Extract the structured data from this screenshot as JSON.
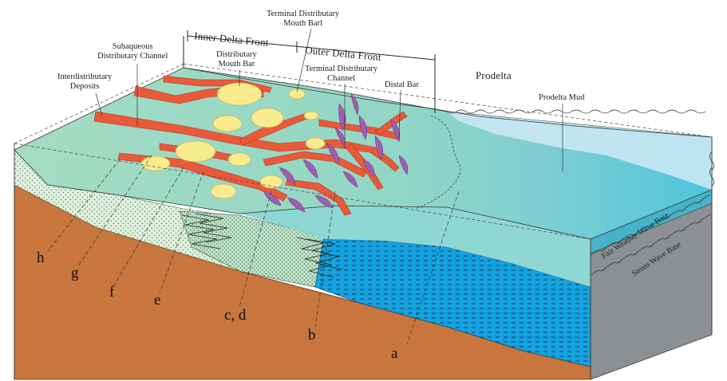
{
  "zones": {
    "inner": "Inner Delta Front",
    "outer": "Outer Delta Front",
    "prodelta": "Prodelta"
  },
  "labels": {
    "terminal_mouth_bar": "Terminal Distributary\nMouth Barl",
    "subaqueous_channel": "Subaqueous\nDistributary Channel",
    "interdistributary": "Interdistributary\nDeposits",
    "distributary_mouth_bar": "Distributary\nMouth Bar",
    "terminal_channel": "Terminal Distributary\nChannel",
    "distal_bar": "Distal Bar",
    "prodelta_mud": "Prodelta Mud",
    "fair_weather": "Fair Weather Wave Base",
    "storm": "Strom Wave Base"
  },
  "letters": {
    "h": "h",
    "g": "g",
    "f": "f",
    "e": "e",
    "cd": "c, d",
    "b": "b",
    "a": "a"
  },
  "colors": {
    "plain": "#9fd9c0",
    "channel": "#e85a3a",
    "mouth_bar": "#f8ec8e",
    "distal_bar": "#9c5fb0",
    "prodelta_water": "#5cc8d8",
    "shelf_water": "#cfe9f5",
    "sand_front": "#d8efd8",
    "basement": "#c9753e",
    "mud_section": "#1aa6e0"
  }
}
